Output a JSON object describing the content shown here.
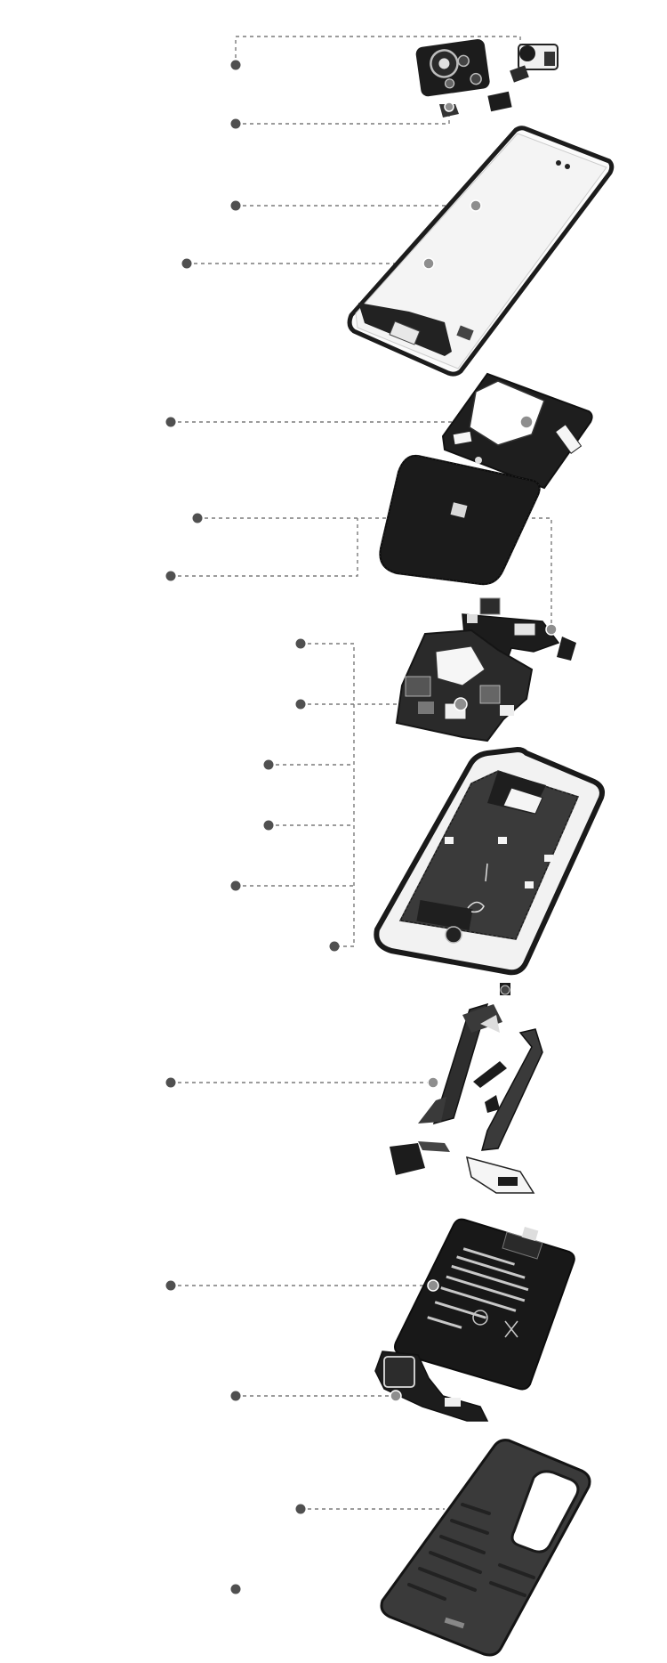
{
  "diagram": {
    "title": "",
    "description_style": "exploded smartphone teardown, grayscale",
    "colors": {
      "background": "#ffffff",
      "leader_line": "#7a7a7a",
      "callout_dot": "#505050",
      "part_dark": "#1c1c1c",
      "part_light": "#f2f2f2"
    },
    "parts": [
      "rear-camera-module-group",
      "display-panel",
      "mainboard-shield-plate",
      "graphite-heat-spreader",
      "charging-port-board",
      "mainboard",
      "middle-frame",
      "flex-cables-group",
      "battery",
      "loudspeaker-module",
      "back-cover"
    ],
    "callout_count": 19
  }
}
